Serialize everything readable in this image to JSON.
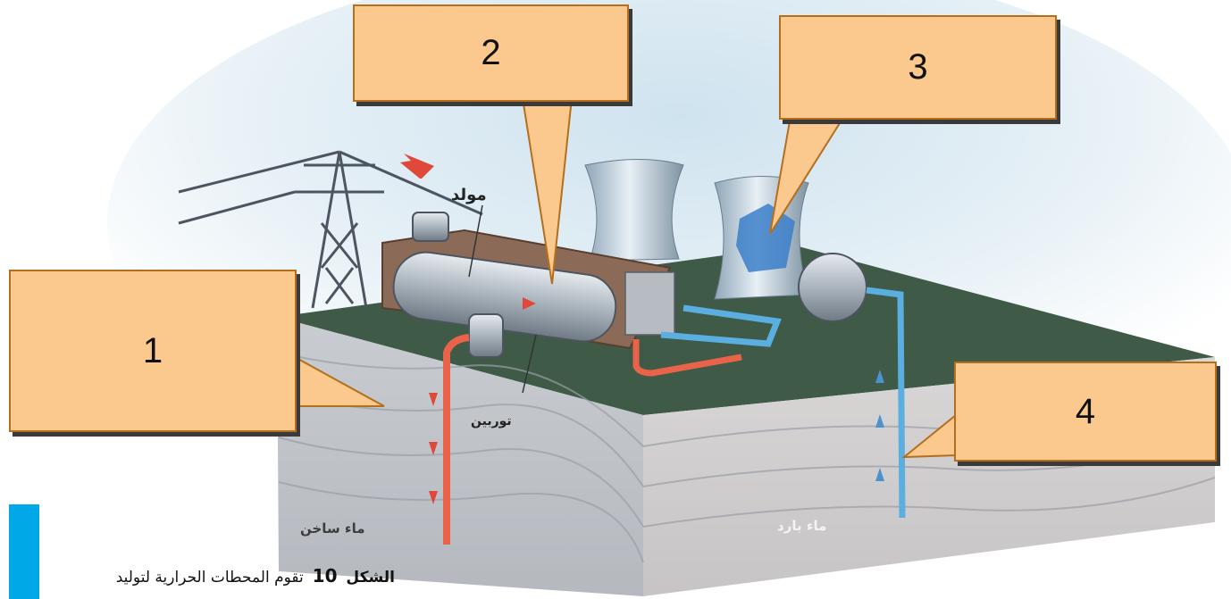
{
  "callouts": [
    {
      "label": "1"
    },
    {
      "label": "2"
    },
    {
      "label": "3"
    },
    {
      "label": "4"
    }
  ],
  "labels": {
    "generator": "مولد",
    "turbine": "توربين",
    "hot_water": "ماء ساخن",
    "cold_water": "ماء بارد"
  },
  "caption": {
    "prefix": "الشكل",
    "number": "10",
    "text": "تقوم المحطات الحرارية لتوليد"
  },
  "colors": {
    "callout_fill": "#fbc98e",
    "callout_border": "#b36f1c",
    "hot_pipe": "#e8634a",
    "cold_pipe": "#5aaee0",
    "accent_bar": "#00a8e8"
  }
}
